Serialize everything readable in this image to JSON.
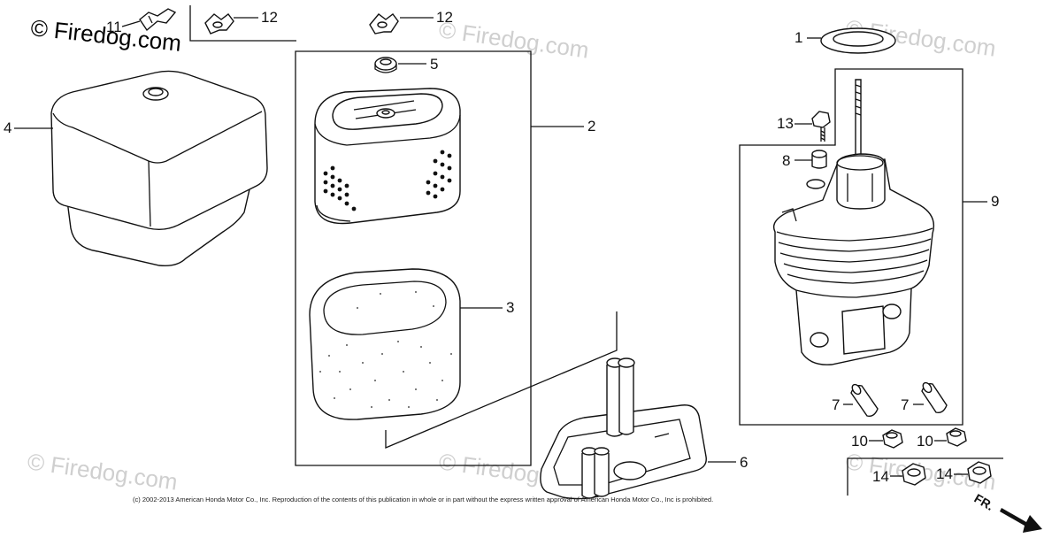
{
  "watermark": {
    "main": "© Firedog.com",
    "faint": "© Firedog.com"
  },
  "callouts": {
    "c1": "1",
    "c2": "2",
    "c3": "3",
    "c4": "4",
    "c5": "5",
    "c6": "6",
    "c7a": "7",
    "c7b": "7",
    "c8": "8",
    "c9": "9",
    "c10a": "10",
    "c10b": "10",
    "c11": "11",
    "c12a": "12",
    "c12b": "12",
    "c13": "13",
    "c14a": "14",
    "c14b": "14"
  },
  "copyright": "(c) 2002-2013 American Honda Motor Co., Inc. Reproduction of the contents of this publication in whole or in part without the express written approval of American Honda Motor Co., Inc is prohibited.",
  "front_arrow": "FR."
}
